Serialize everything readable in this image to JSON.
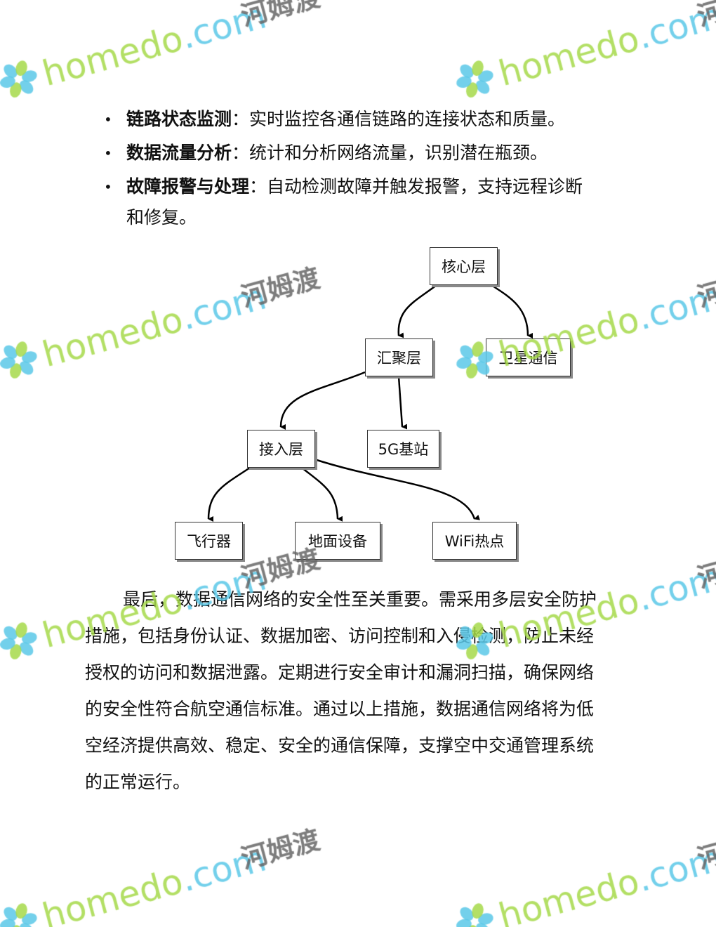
{
  "bullets": [
    {
      "term": "链路状态监测",
      "sep": "：",
      "text": "实时监控各通信链路的连接状态和质量。"
    },
    {
      "term": "数据流量分析",
      "sep": "：",
      "text": "统计和分析网络流量，识别潜在瓶颈。"
    },
    {
      "term": "故障报警与处理",
      "sep": "：",
      "text": "自动检测故障并触发报警，支持远程诊断",
      "cont": "和修复。"
    }
  ],
  "diagram": {
    "nodes": {
      "core": "核心层",
      "agg": "汇聚层",
      "sat": "卫星通信",
      "access": "接入层",
      "bs": "5G基站",
      "aircraft": "飞行器",
      "ground": "地面设备",
      "wifi": "WiFi热点"
    }
  },
  "paragraph": [
    "最后，数据通信网络的安全性至关重要。需采用多层安全防护",
    "措施，包括身份认证、数据加密、访问控制和入侵检测，防止未经",
    "授权的访问和数据泄露。定期进行安全审计和漏洞扫描，确保网络",
    "的安全性符合航空通信标准。通过以上措施，数据通信网络将为低",
    "空经济提供高效、稳定、安全的通信保障，支撑空中交通管理系统",
    "的正常运行。"
  ],
  "watermark": {
    "text": "homedo.com",
    "cn": "河姆渡"
  }
}
